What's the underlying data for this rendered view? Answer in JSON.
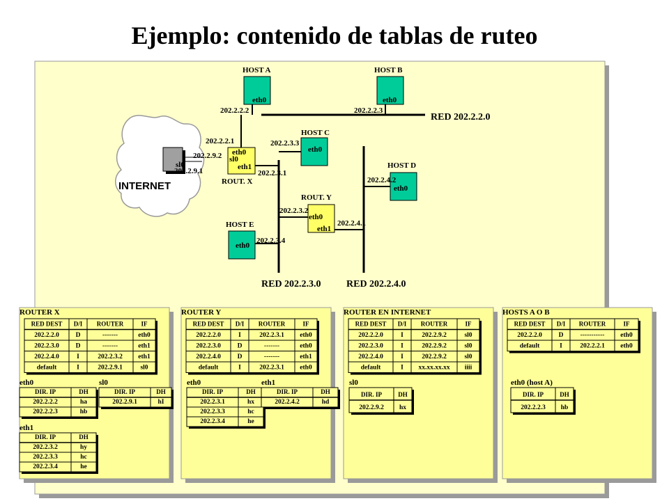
{
  "title": "Ejemplo: contenido de tablas de ruteo",
  "internet_label": "INTERNET",
  "hosts": {
    "a": {
      "name": "HOST A",
      "iface": "eth0",
      "ip": "202.2.2.2"
    },
    "b": {
      "name": "HOST B",
      "iface": "eth0",
      "ip": "202.2.2.3"
    },
    "c": {
      "name": "HOST C",
      "iface": "eth0",
      "ip": "202.2.3.3"
    },
    "d": {
      "name": "HOST D",
      "iface": "eth0",
      "ip": "202.2.4.2"
    },
    "e": {
      "name": "HOST E",
      "iface": "eth0",
      "ip": "202.2.3.4"
    }
  },
  "router_x": {
    "name": "ROUT. X",
    "eth0": "eth0",
    "sl0": "sl0",
    "eth1": "eth1",
    "ip_eth0": "202.2.2.1",
    "ip_sl0": "202.2.9.2",
    "ip_eth1": "202.2.3.1"
  },
  "router_y": {
    "name": "ROUT. Y",
    "eth0": "eth0",
    "eth1": "eth1",
    "ip_eth0": "202.2.3.2",
    "ip_eth1": "202.2.4.1"
  },
  "internet_router": {
    "iface": "sl0",
    "ip": "202.2.9.1"
  },
  "networks": {
    "n2": "RED 202.2.2.0",
    "n3": "RED 202.2.3.0",
    "n4": "RED 202.2.4.0"
  },
  "panels": {
    "x": {
      "title": "ROUTER X",
      "headers": [
        "RED DEST",
        "D/I",
        "ROUTER",
        "IF"
      ],
      "rows": [
        [
          "202.2.2.0",
          "D",
          "-------",
          "eth0"
        ],
        [
          "202.2.3.0",
          "D",
          "-------",
          "eth1"
        ],
        [
          "202.2.4.0",
          "I",
          "202.2.3.2",
          "eth1"
        ],
        [
          "default",
          "I",
          "202.2.9.1",
          "sl0"
        ]
      ],
      "arp": [
        {
          "label": "eth0",
          "headers": [
            "DIR. IP",
            "DH"
          ],
          "rows": [
            [
              "202.2.2.2",
              "ha"
            ],
            [
              "202.2.2.3",
              "hb"
            ]
          ]
        },
        {
          "label": "sl0",
          "headers": [
            "DIR. IP",
            "DH"
          ],
          "rows": [
            [
              "202.2.9.1",
              "hI"
            ]
          ]
        },
        {
          "label": "eth1",
          "headers": [
            "DIR. IP",
            "DH"
          ],
          "rows": [
            [
              "202.2.3.2",
              "hy"
            ],
            [
              "202.2.3.3",
              "hc"
            ],
            [
              "202.2.3.4",
              "he"
            ]
          ]
        }
      ]
    },
    "y": {
      "title": "ROUTER Y",
      "headers": [
        "RED DEST",
        "D/I",
        "ROUTER",
        "IF"
      ],
      "rows": [
        [
          "202.2.2.0",
          "I",
          "202.2.3.1",
          "eth0"
        ],
        [
          "202.2.3.0",
          "D",
          "-------",
          "eth0"
        ],
        [
          "202.2.4.0",
          "D",
          "-------",
          "eth1"
        ],
        [
          "default",
          "I",
          "202.2.3.1",
          "eth0"
        ]
      ],
      "arp": [
        {
          "label": "eth0",
          "headers": [
            "DIR. IP",
            "DH"
          ],
          "rows": [
            [
              "202.2.3.1",
              "hx"
            ],
            [
              "202.2.3.3",
              "hc"
            ],
            [
              "202.2.3.4",
              "he"
            ]
          ]
        },
        {
          "label": "eth1",
          "headers": [
            "DIR. IP",
            "DH"
          ],
          "rows": [
            [
              "202.2.4.2",
              "hd"
            ]
          ]
        }
      ]
    },
    "inet": {
      "title": "ROUTER EN INTERNET",
      "headers": [
        "RED DEST",
        "D/I",
        "ROUTER",
        "IF"
      ],
      "rows": [
        [
          "202.2.2.0",
          "I",
          "202.2.9.2",
          "sl0"
        ],
        [
          "202.2.3.0",
          "I",
          "202.2.9.2",
          "sl0"
        ],
        [
          "202.2.4.0",
          "I",
          "202.2.9.2",
          "sl0"
        ],
        [
          "default",
          "I",
          "xx.xx.xx.xx",
          "iiii"
        ]
      ],
      "arp": [
        {
          "label": "sl0",
          "headers": [
            "DIR. IP",
            "DH"
          ],
          "rows": [
            [
              "202.2.9.2",
              "hx"
            ]
          ]
        }
      ]
    },
    "hosts": {
      "title": "HOSTS A O B",
      "headers": [
        "RED DEST",
        "D/I",
        "ROUTER",
        "IF"
      ],
      "rows": [
        [
          "202.2.2.0",
          "D",
          "-----------",
          "eth0"
        ],
        [
          "default",
          "I",
          "202.2.2.1",
          "eth0"
        ]
      ],
      "arp": [
        {
          "label": "eth0 (host A)",
          "headers": [
            "DIR. IP",
            "DH"
          ],
          "rows": [
            [
              "202.2.2.3",
              "hb"
            ]
          ]
        }
      ]
    }
  },
  "colors": {
    "panel": "#ffff99",
    "host": "#00cc99",
    "router": "#ffff66",
    "internet_router": "#a0a0a0",
    "slide_bg": "#ffffcc",
    "cloud": "#ffffff"
  }
}
